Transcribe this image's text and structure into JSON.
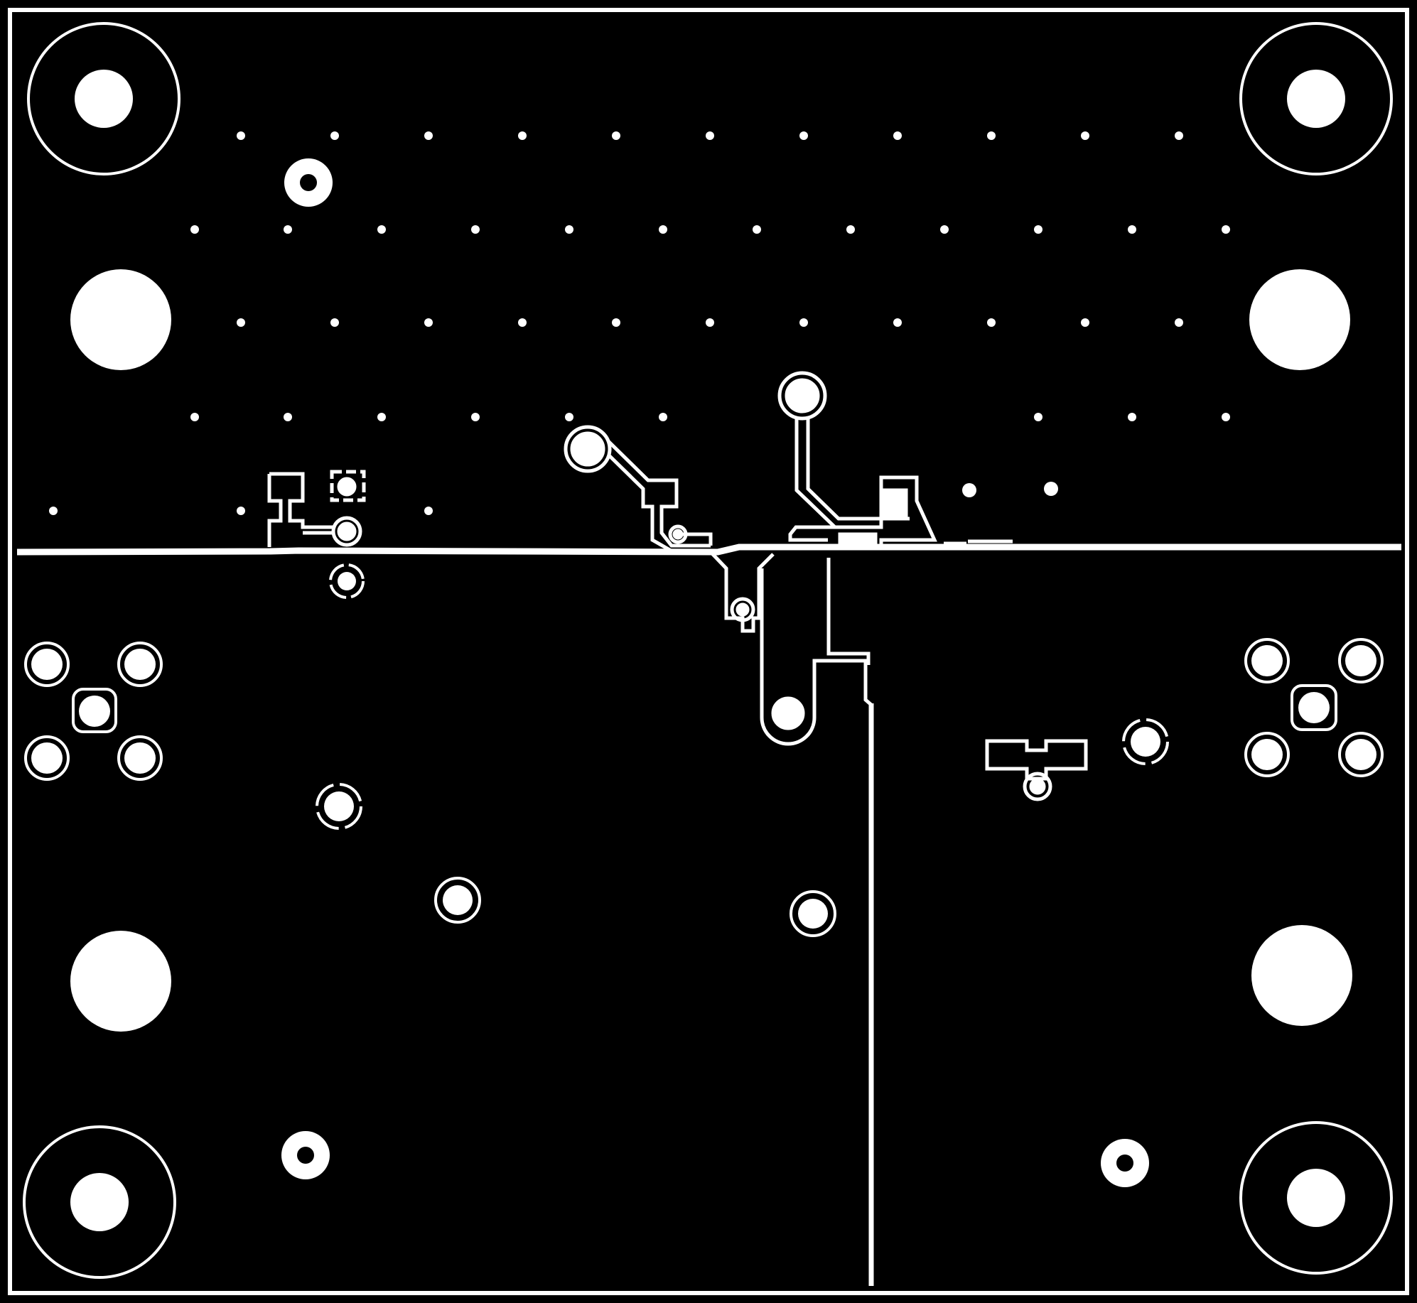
{
  "board": {
    "description_free": true,
    "copper_color": "#000000",
    "clearance_color": "#ffffff",
    "layers": [
      "copper-pour"
    ],
    "regions": [
      "top-pour",
      "bottom-left-pour",
      "bottom-right-pour"
    ],
    "mounting_holes": 4,
    "large_holes": 4,
    "via_grid_rows": 5
  }
}
